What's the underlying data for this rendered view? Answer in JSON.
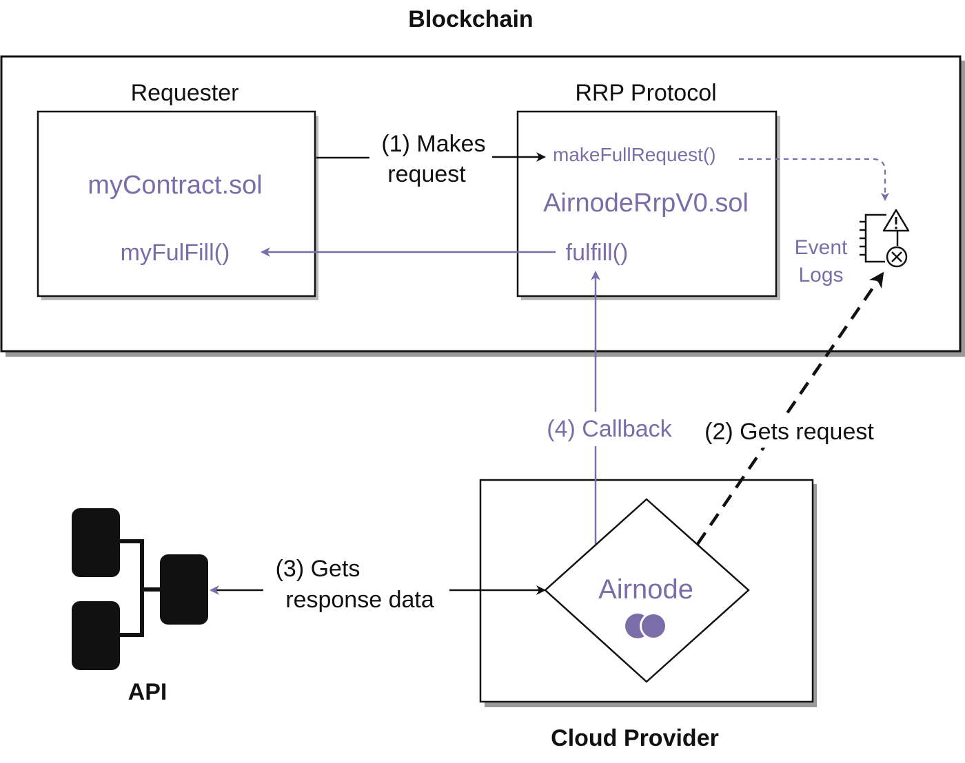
{
  "colors": {
    "ink": "#111111",
    "purple": "#7b6ea8",
    "shadow": "#9a9a9a"
  },
  "titles": {
    "blockchain": "Blockchain",
    "requester": "Requester",
    "rrp_protocol": "RRP Protocol",
    "cloud_provider": "Cloud Provider",
    "api": "API"
  },
  "requester_box": {
    "contract": "myContract.sol",
    "callback_fn": "myFulFill()"
  },
  "rrp_box": {
    "request_fn": "makeFullRequest()",
    "contract": "AirnodeRrpV0.sol",
    "fulfill_fn": "fulfill()"
  },
  "event_logs": {
    "line1": "Event",
    "line2": "Logs",
    "icon": "event-log-icon"
  },
  "airnode": {
    "label": "Airnode",
    "icon": "api3-logo-icon"
  },
  "steps": {
    "step1_line1": "(1) Makes",
    "step1_line2": "request",
    "step2": "(2) Gets request",
    "step3_line1": "(3) Gets",
    "step3_line2": "response data",
    "step4": "(4) Callback"
  }
}
